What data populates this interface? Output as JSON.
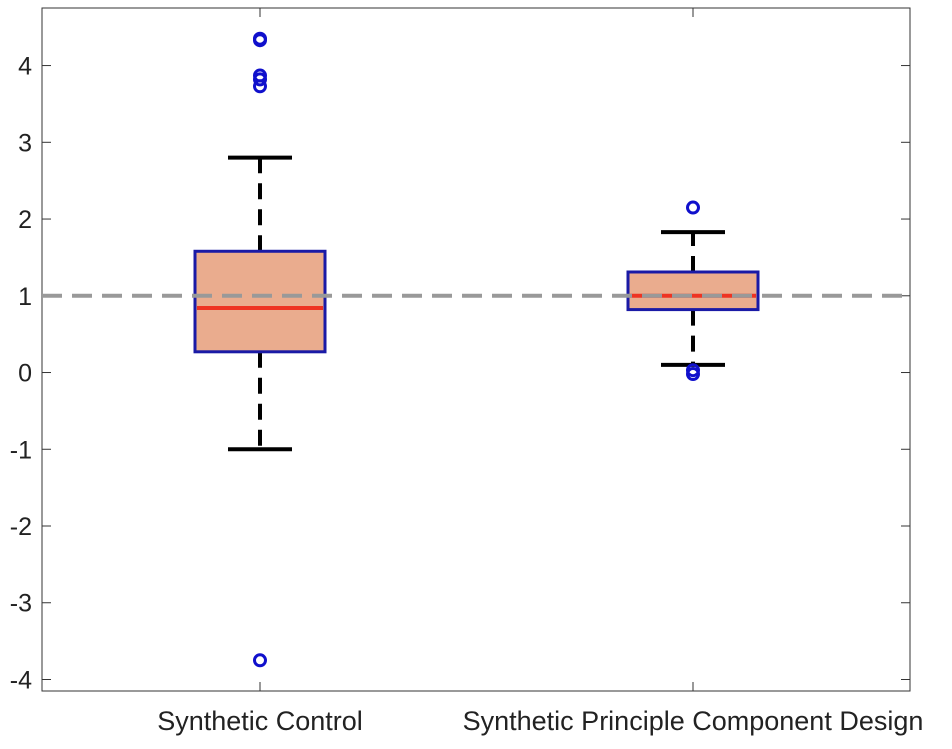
{
  "chart_data": {
    "type": "box",
    "title": "",
    "xlabel": "",
    "ylabel": "",
    "ylim": [
      -4.15,
      4.75
    ],
    "yticks": [
      -4,
      -3,
      -2,
      -1,
      0,
      1,
      2,
      3,
      4
    ],
    "ytick_labels": [
      "-4",
      "-3",
      "-2",
      "-1",
      "0",
      "1",
      "2",
      "3",
      "4"
    ],
    "categories": [
      "Synthetic Control",
      "Synthetic Principle Component Design"
    ],
    "reference_line": {
      "y": 1,
      "style": "dashed",
      "color": "#999999"
    },
    "colors": {
      "box_fill": "#eaac8e",
      "box_edge": "#1a1aa6",
      "median": "#ee3322",
      "whisker": "#000000",
      "outlier": "#1010cc",
      "axis": "#333333"
    },
    "boxes": [
      {
        "name": "Synthetic Control",
        "q1": 0.27,
        "median": 0.84,
        "q3": 1.58,
        "whisker_low": -1.0,
        "whisker_high": 2.8,
        "outliers": [
          4.35,
          4.33,
          3.87,
          3.82,
          3.73,
          -3.75
        ]
      },
      {
        "name": "Synthetic Principle Component Design",
        "q1": 0.82,
        "median": 1.0,
        "q3": 1.31,
        "whisker_low": 0.1,
        "whisker_high": 1.83,
        "outliers": [
          2.15,
          0.03,
          -0.02
        ]
      }
    ]
  }
}
